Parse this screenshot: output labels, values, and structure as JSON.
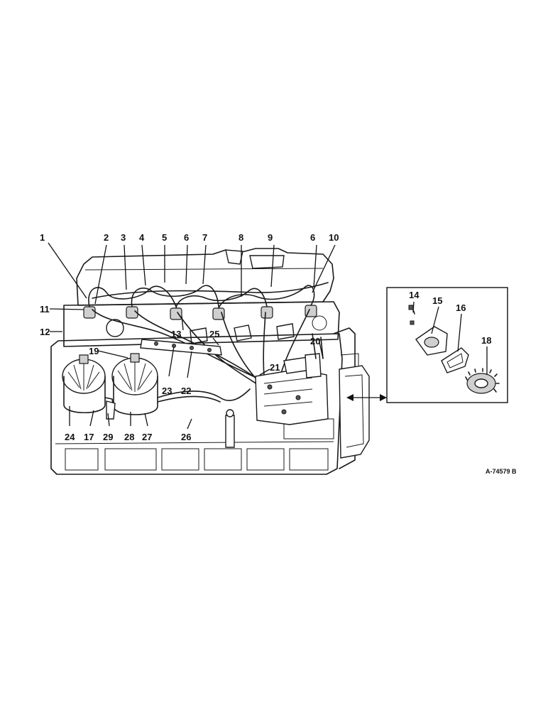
{
  "figure": {
    "reference": "A-74579 B",
    "callouts": [
      "1",
      "2",
      "3",
      "4",
      "5",
      "6",
      "7",
      "8",
      "9",
      "6",
      "10",
      "11",
      "12",
      "13",
      "25",
      "19",
      "20",
      "21",
      "23",
      "22",
      "24",
      "17",
      "29",
      "28",
      "27",
      "26",
      "14",
      "15",
      "16",
      "18"
    ]
  }
}
